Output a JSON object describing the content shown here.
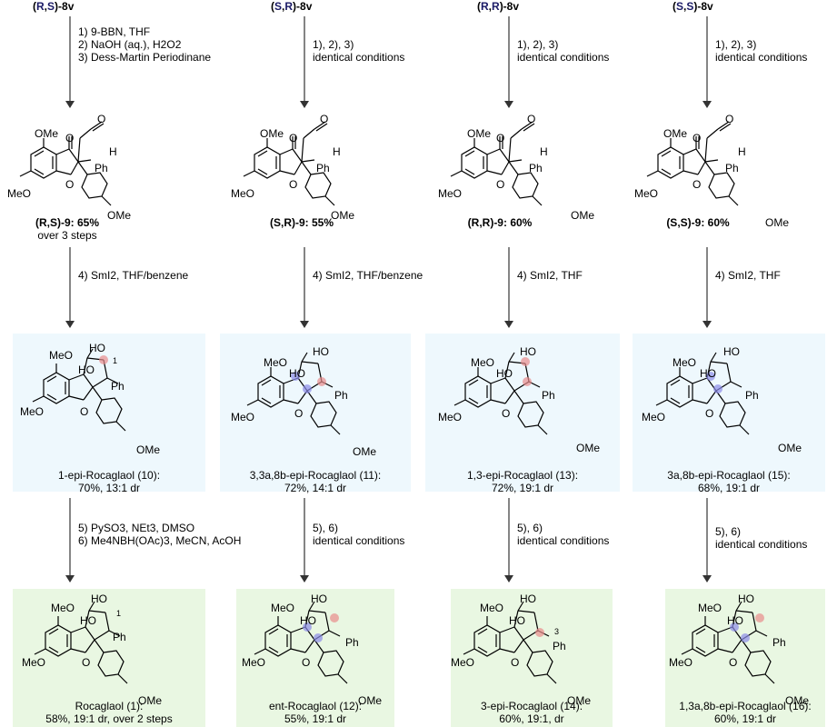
{
  "columns": [
    {
      "header": {
        "open": "(",
        "c1": "R",
        "comma": ",",
        "c2": "S",
        "close": ")-8v"
      },
      "step1_3": [
        "1) 9-BBN, THF",
        "2) NaOH (aq.), H2O2",
        "3) Dess-Martin Periodinane"
      ],
      "aldehyde_label": "(R,S)-9: 65%",
      "aldehyde_sub": "over 3 steps",
      "step4": "4) SmI2, THF/benzene",
      "diol_name": "1-epi-Rocaglaol (10):",
      "diol_yield": "70%, 13:1 dr",
      "step5_6": [
        "5) PySO3, NEt3, DMSO",
        "6) Me4NBH(OAc)3, MeCN, AcOH"
      ],
      "final_name": "Rocaglaol (1):",
      "final_yield": "58%, 19:1 dr, over 2 steps"
    },
    {
      "header": {
        "open": "(",
        "c1": "S",
        "comma": ",",
        "c2": "R",
        "close": ")-8v"
      },
      "step1_3": [
        "1), 2), 3)",
        "identical conditions"
      ],
      "aldehyde_label": "(S,R)-9: 55%",
      "aldehyde_sub": "",
      "step4": "4) SmI2, THF/benzene",
      "diol_name": "3,3a,8b-epi-Rocaglaol (11):",
      "diol_yield": "72%, 14:1 dr",
      "step5_6": [
        "5), 6)",
        "identical conditions"
      ],
      "final_name": "ent-Rocaglaol (12):",
      "final_yield": "55%, 19:1 dr"
    },
    {
      "header": {
        "open": "(",
        "c1": "R",
        "comma": ",",
        "c2": "R",
        "close": ")-8v"
      },
      "step1_3": [
        "1), 2), 3)",
        "identical conditions"
      ],
      "aldehyde_label": "(R,R)-9: 60%",
      "aldehyde_sub": "",
      "step4": "4) SmI2, THF",
      "diol_name": "1,3-epi-Rocaglaol (13):",
      "diol_yield": "72%, 19:1 dr",
      "step5_6": [
        "5), 6)",
        "identical conditions"
      ],
      "final_name": "3-epi-Rocaglaol (14):",
      "final_yield": "60%, 19:1, dr"
    },
    {
      "header": {
        "open": "(",
        "c1": "S",
        "comma": ",",
        "c2": "S",
        "close": ")-8v"
      },
      "step1_3": [
        "1), 2), 3)",
        "identical conditions"
      ],
      "aldehyde_label": "(S,S)-9: 60%",
      "aldehyde_sub": "",
      "step4": "4) SmI2, THF",
      "diol_name": "3a,8b-epi-Rocaglaol (15):",
      "diol_yield": "68%, 19:1 dr",
      "step5_6": [
        "5), 6)",
        "identical conditions"
      ],
      "final_name": "1,3a,8b-epi-Rocaglaol (16):",
      "final_yield": "60%, 19:1 dr"
    }
  ],
  "atom_labels": {
    "ome": "OMe",
    "meo": "MeO",
    "o": "O",
    "h": "H",
    "ph": "Ph",
    "ho": "HO",
    "c1": "1",
    "c3": "3"
  },
  "colors": {
    "header_stereo": "#1a1a66",
    "product_box_blue": "#eef8fd",
    "final_box_green": "#e9f7e2",
    "highlight_red": "#e88c8c",
    "highlight_blue": "#8c8ce8"
  }
}
